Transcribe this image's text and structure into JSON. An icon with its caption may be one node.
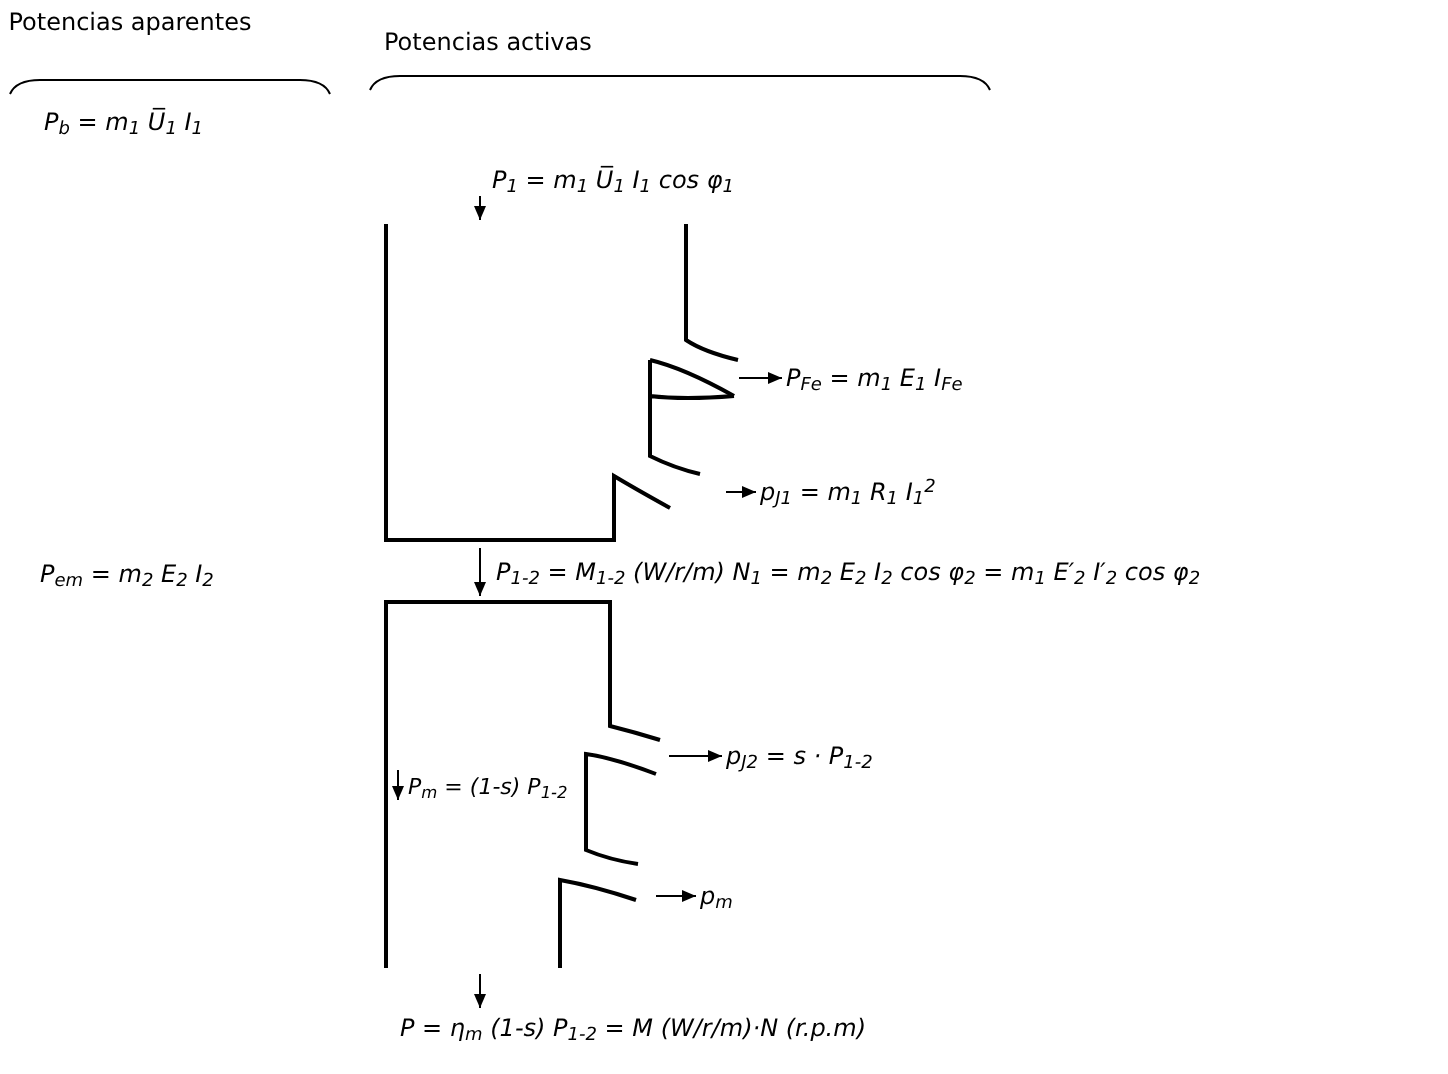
{
  "diagram": {
    "nodes": [
      {
        "text": [
          "P$_{1}$ = m$_{1}$ U̅$_{1}$ I$_{1}$ cos φ$_{1}$"
        ]
      },
      {
        "text": [],
        "shape": "box"
      },
      {
        "text": [
          "P$_{Fe}$ = m$_{1}$ E$_{1}$ I$_{Fe}$"
        ]
      },
      {
        "text": [
          "p$_{J1}$ = m$_{1}$ R$_{1}$ I$_{1}$$^{2}$"
        ]
      },
      {
        "text": [],
        "shape": "box"
      },
      {
        "text": [
          "p$_{J2}$ = s · P$_{1-2}$"
        ]
      },
      {
        "text": [
          "p$_{m}$"
        ]
      },
      {
        "text": [
          "P = η$_{m}$ (1-s) P$_{1-2}$ = M (W/r/m)·N (r.p.m)"
        ]
      }
    ],
    "edges": [
      {
        "from": 0,
        "to": 1,
        "arrow": "to"
      },
      {
        "from": 1,
        "to": 2,
        "arrow": "to"
      },
      {
        "from": 1,
        "to": 3,
        "arrow": "to"
      },
      {
        "from": 1,
        "to": 4,
        "arrow": "to",
        "label": "P$_{1-2}$ = M$_{1-2}$ (W/r/m) N$_{1}$ = m$_{2}$ E$_{2}$ I$_{2}$ cos φ$_{2}$ = m$_{1}$ E′$_{2}$ I′$_{2}$ cos φ$_{2}$"
      },
      {
        "from": 4,
        "to": 5,
        "arrow": "to"
      },
      {
        "from": 4,
        "to": 6,
        "arrow": "to"
      },
      {
        "from": 4,
        "to": 7,
        "arrow": "to"
      }
    ],
    "labels": [
      "Potencias aparentes",
      "Potencias activas",
      "P$_{b}$ = m$_{1}$ U̅$_{1}$ I$_{1}$",
      "P$_{em}$ = m$_{2}$ E$_{2}$ I$_{2}$",
      "P$_{m}$ = (1-s) P$_{1-2}$"
    ]
  }
}
